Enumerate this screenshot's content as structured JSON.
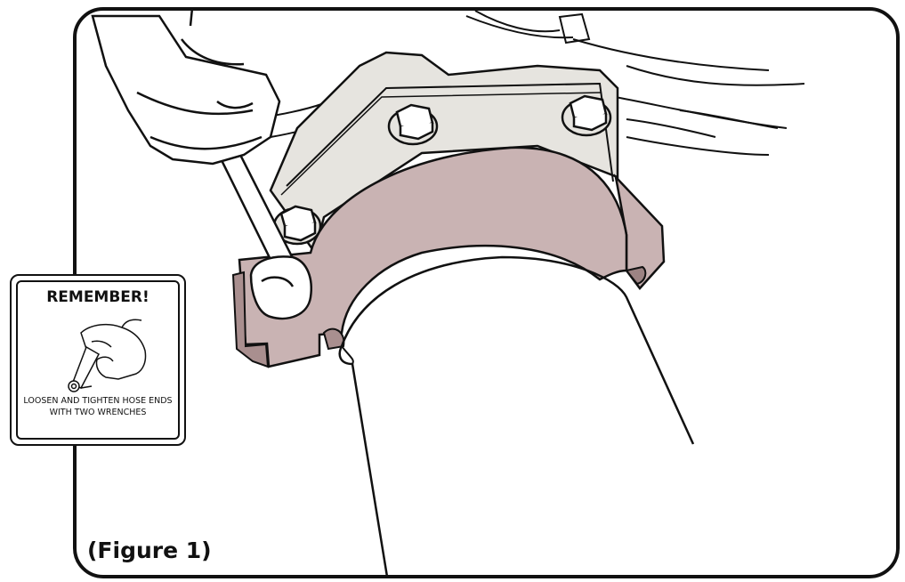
{
  "figure": {
    "caption": "(Figure 1)"
  },
  "reminder": {
    "title": "REMEMBER!",
    "text": "LOOSEN AND TIGHTEN HOSE ENDS WITH TWO WRENCHES"
  },
  "illustration": {
    "subject": "flange-clamp-bolts-on-pipe",
    "colors": {
      "flange": "#c9b3b3",
      "flange_dark": "#a98f8f",
      "mount_plate": "#e6e4df",
      "outline": "#111111"
    }
  }
}
